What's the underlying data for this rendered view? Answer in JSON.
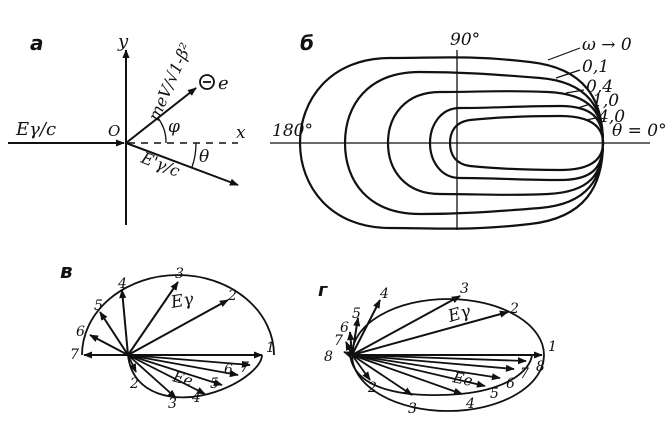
{
  "panel_a": {
    "label": "а",
    "axis_y": "y",
    "axis_x": "x",
    "origin": "O",
    "incident": "Eγ/c",
    "electron_momentum": "meV/√1-β²",
    "electron": "e",
    "scattered": "E'γ/c",
    "phi": "φ",
    "theta": "θ"
  },
  "panel_b": {
    "label": "б",
    "angle_90": "90°",
    "angle_180": "180°",
    "angle_0": "θ = 0°",
    "curve_labels": [
      "ω → 0",
      "0,1",
      "0,4",
      "1,0",
      "4,0"
    ]
  },
  "panel_c": {
    "label": "в",
    "photon_label": "Eγ",
    "electron_label": "Ee",
    "upper_numbers": [
      "1",
      "2",
      "3",
      "4",
      "5",
      "6",
      "7"
    ],
    "lower_numbers": [
      "2",
      "3",
      "4",
      "5",
      "6",
      "7"
    ]
  },
  "panel_d": {
    "label": "г",
    "photon_label": "Eγ",
    "electron_label": "Ee",
    "upper_numbers": [
      "1",
      "2",
      "3",
      "4",
      "5",
      "6",
      "7",
      "8"
    ],
    "lower_numbers": [
      "2",
      "3",
      "4",
      "5",
      "6",
      "7",
      "8"
    ]
  }
}
